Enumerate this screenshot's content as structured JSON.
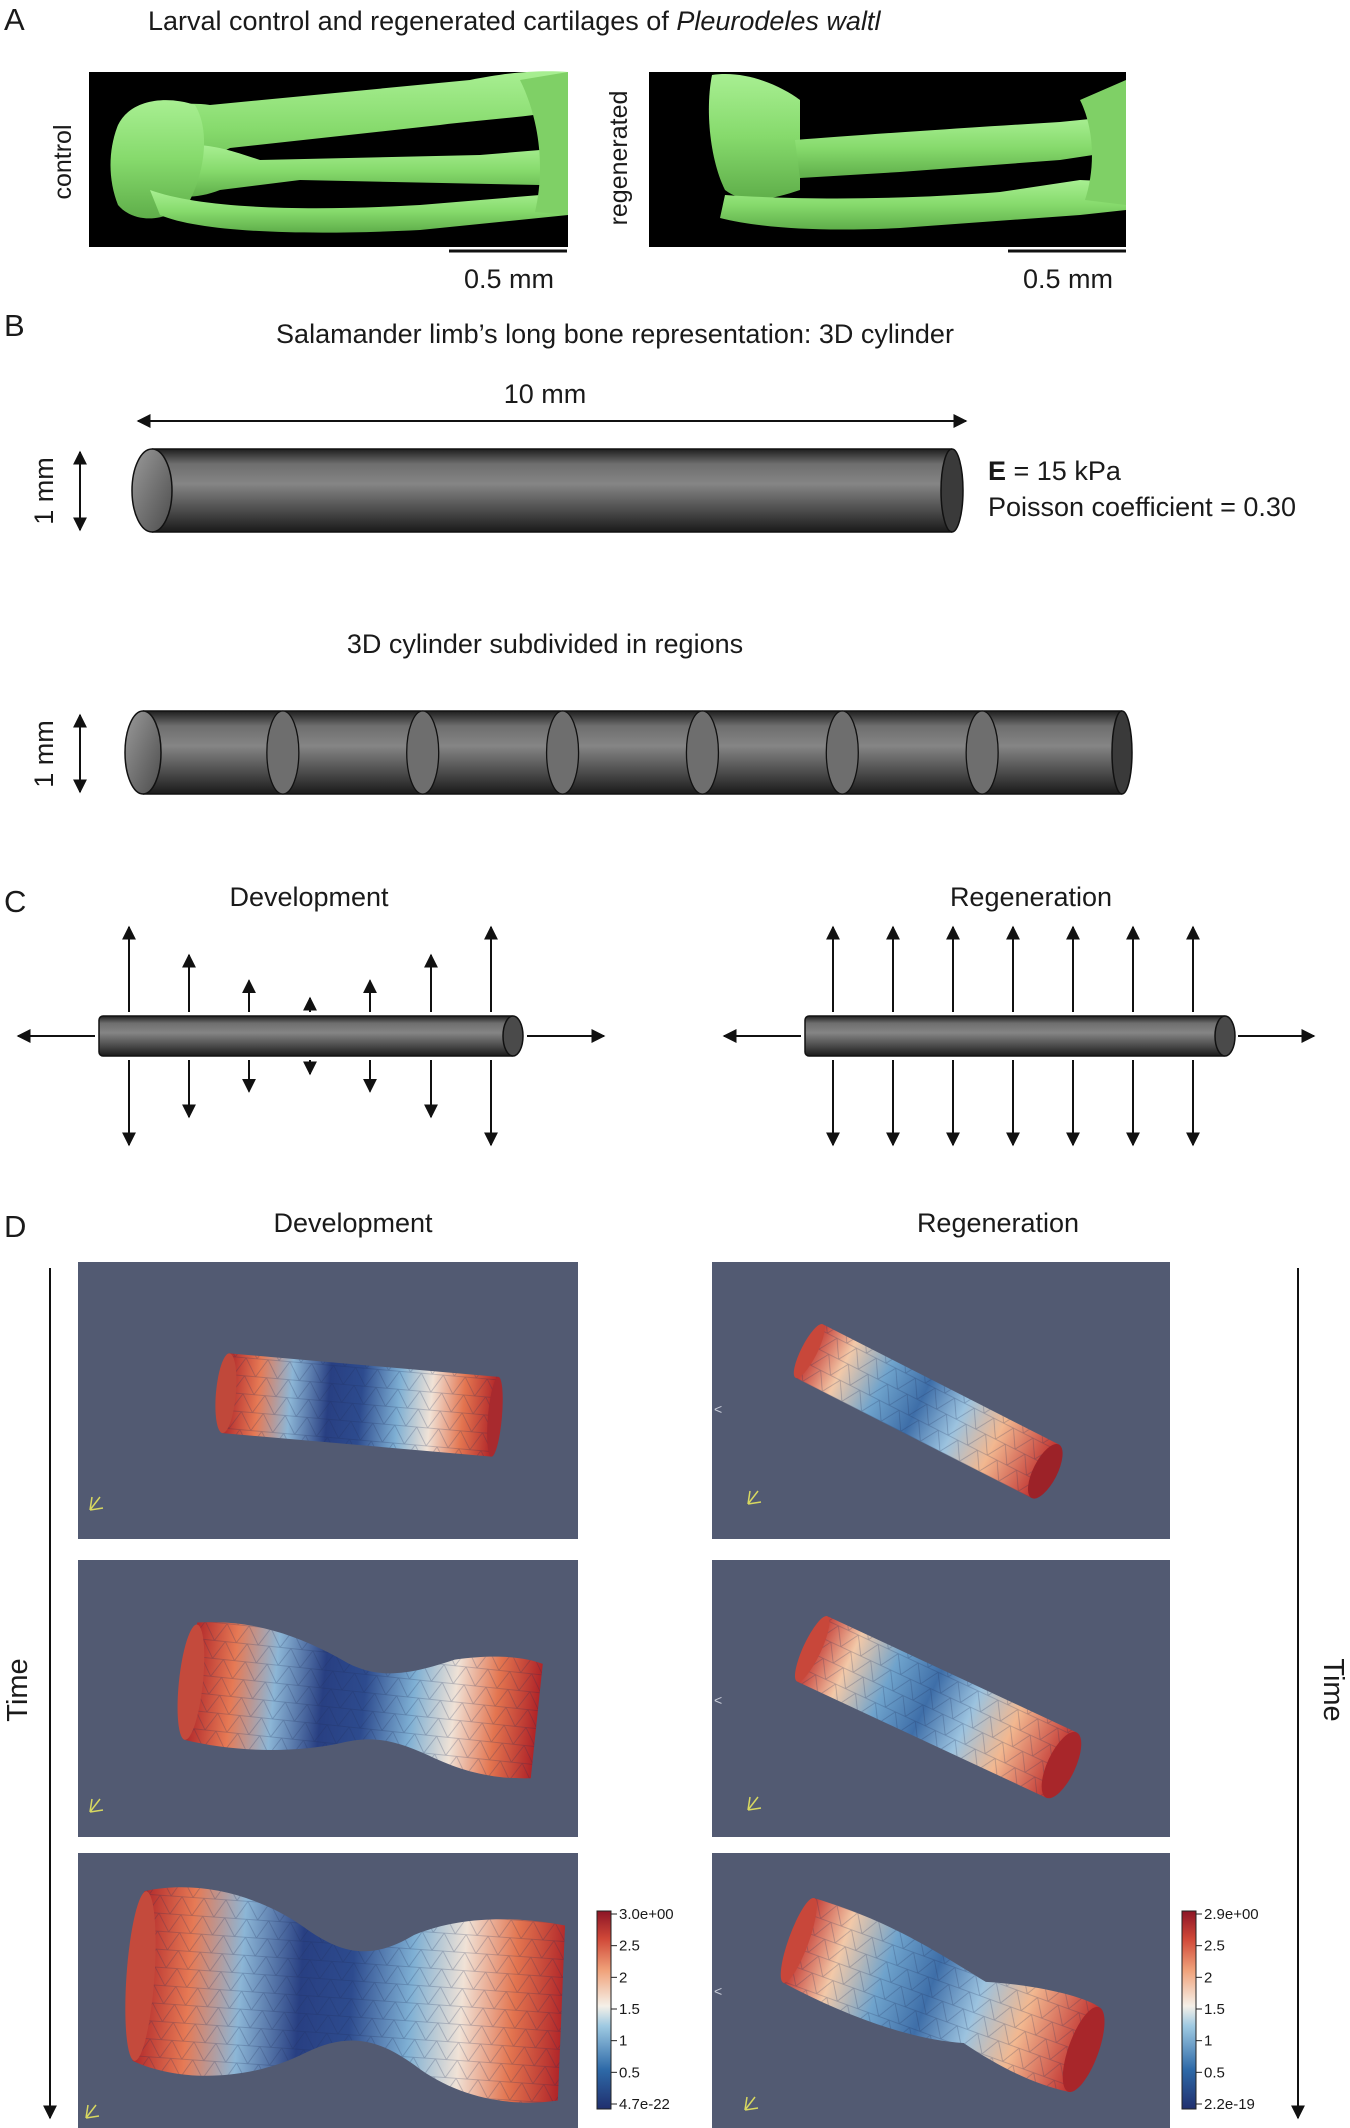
{
  "panel_a": {
    "letter": "A",
    "title_plain": "Larval control and regenerated cartilages of ",
    "title_italic": "Pleurodeles waltl",
    "control_label": "control",
    "regenerated_label": "regenerated",
    "scale_left": "0.5 mm",
    "scale_right": "0.5 mm",
    "bone_color": "#8be075"
  },
  "panel_b": {
    "letter": "B",
    "title": "Salamander limb’s long bone representation: 3D cylinder",
    "length_label": "10 mm",
    "diameter_label": "1 mm",
    "modulus_symbol": "E",
    "modulus_value": " = 15 kPa",
    "poisson": "Poisson coefficient = 0.30",
    "subdivided_title": "3D cylinder subdivided in regions",
    "diameter_label_2": "1 mm",
    "region_count": 7
  },
  "panel_c": {
    "letter": "C",
    "development_title": "Development",
    "regeneration_title": "Regeneration",
    "development_arrow_levels": [
      1.0,
      0.67,
      0.37,
      0.1,
      0.37,
      0.67,
      1.0
    ],
    "regeneration_arrow_levels": [
      1.0,
      1.0,
      1.0,
      1.0,
      1.0,
      1.0,
      1.0
    ]
  },
  "panel_d": {
    "letter": "D",
    "development_title": "Development",
    "regeneration_title": "Regeneration",
    "time_label_left": "Time",
    "time_label_right": "Time",
    "background_color": "#525a72",
    "colorbar_left": [
      "3.0e+00",
      "2.5",
      "2",
      "1.5",
      "1",
      "0.5",
      "4.7e-22"
    ],
    "colorbar_right": [
      "2.9e+00",
      "2.5",
      "2",
      "1.5",
      "1",
      "0.5",
      "2.2e-19"
    ]
  }
}
